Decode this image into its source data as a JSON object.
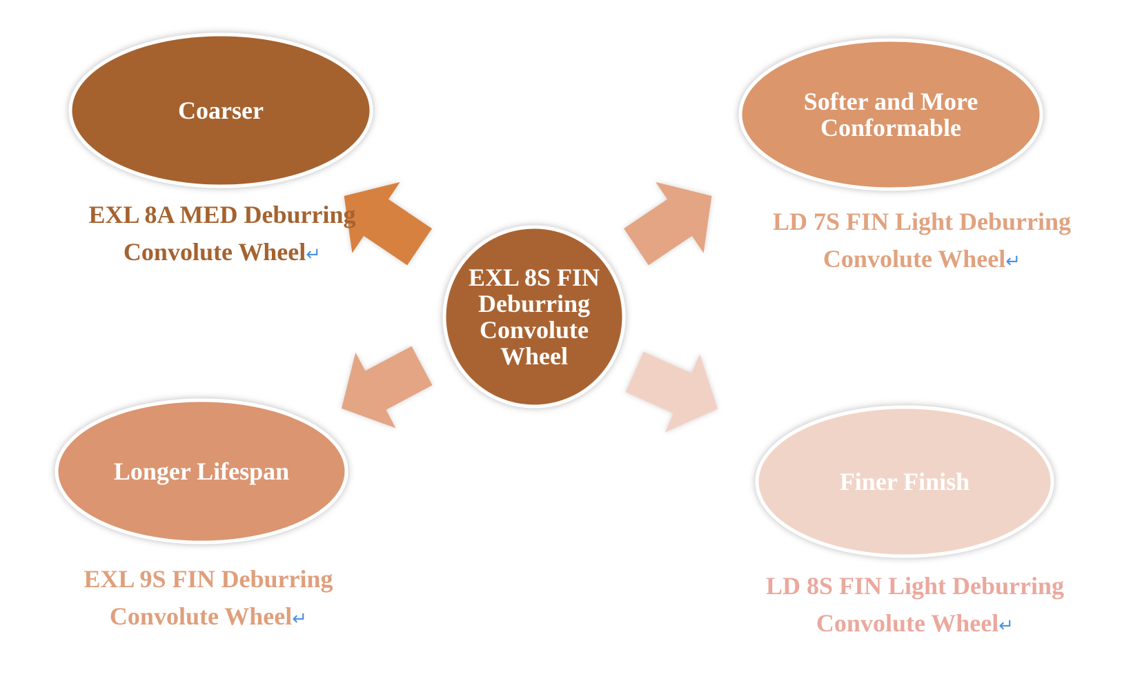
{
  "colors": {
    "center_fill": "#a96431",
    "coarser_fill": "#a5622f",
    "coarser_text": "#a5622f",
    "coarser_arrow": "#d6813f",
    "softer_fill": "#db966c",
    "softer_text": "#e0a27f",
    "softer_arrow": "#e3a583",
    "lifespan_fill": "#db9570",
    "lifespan_text": "#df9f7c",
    "lifespan_arrow": "#e3a583",
    "finer_fill": "#f1d4c8",
    "finer_text": "#eba89d",
    "finer_arrow": "#f2d1c5",
    "return_mark": "#4a90e2"
  },
  "center": {
    "label": "EXL 8S FIN Deburring Convolute Wheel"
  },
  "nodes": {
    "coarser": {
      "label": "Coarser",
      "caption_line1": "EXL 8A MED Deburring",
      "caption_line2": "Convolute Wheel"
    },
    "softer": {
      "label": "Softer and More Conformable",
      "caption_line1": "LD 7S FIN Light Deburring",
      "caption_line2": "Convolute Wheel"
    },
    "lifespan": {
      "label": "Longer Lifespan",
      "caption_line1": "EXL 9S FIN Deburring",
      "caption_line2": "Convolute Wheel"
    },
    "finer": {
      "label": "Finer Finish",
      "caption_line1": "LD 8S FIN Light Deburring",
      "caption_line2": "Convolute Wheel"
    }
  },
  "return_glyph": "↵"
}
